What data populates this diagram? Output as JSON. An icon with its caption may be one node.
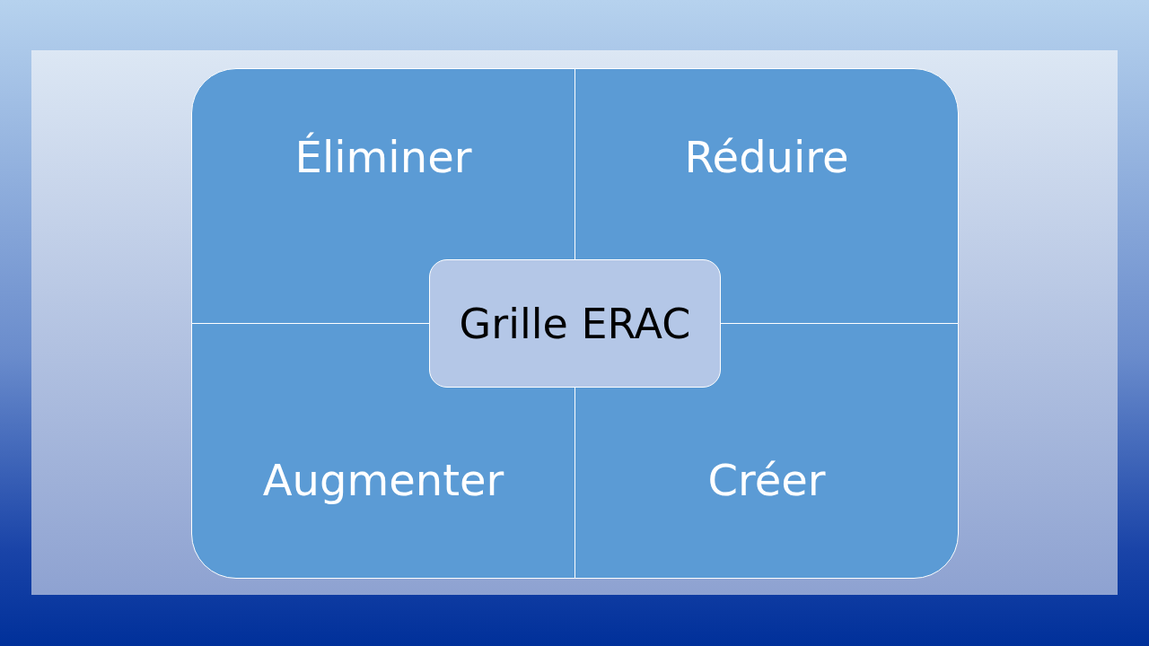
{
  "diagram": {
    "nodes": [
      {
        "text": [
          "Éliminer"
        ]
      },
      {
        "text": [
          "Réduire"
        ]
      },
      {
        "text": [
          "Augmenter"
        ]
      },
      {
        "text": [
          "Créer"
        ]
      },
      {
        "text": [
          "Grille ERAC"
        ]
      }
    ]
  }
}
